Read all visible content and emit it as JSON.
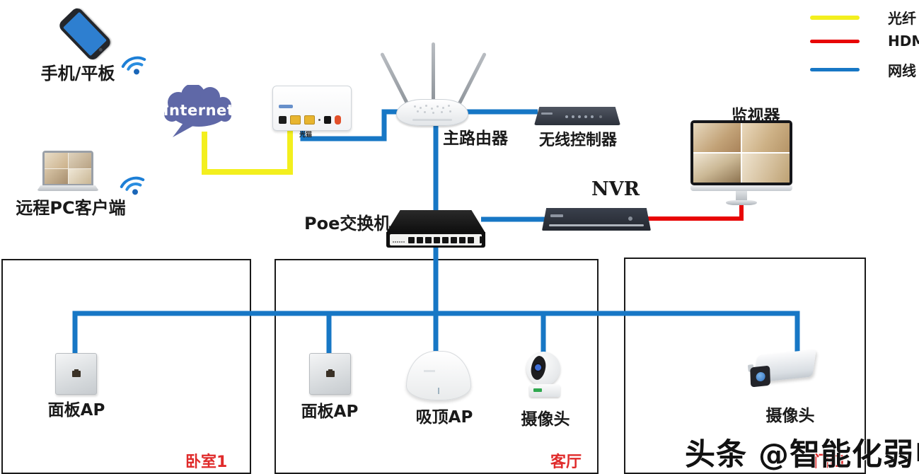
{
  "legend": {
    "fiber": {
      "label": "光纤",
      "color": "#f3ef1e"
    },
    "hdmi": {
      "label": "HDMI",
      "color": "#e80505"
    },
    "ethernet": {
      "label": "网线",
      "color": "#1777c5"
    }
  },
  "devices": {
    "phone": {
      "label": "手机/平板"
    },
    "remote_pc": {
      "label": "远程PC客户端"
    },
    "internet": {
      "label": "Internet"
    },
    "modem": {
      "label": "光猫"
    },
    "router": {
      "label": "主路由器"
    },
    "wireless_controller": {
      "label": "无线控制器"
    },
    "monitor": {
      "label": "监视器"
    },
    "nvr": {
      "label": "NVR"
    },
    "poe_switch": {
      "label": "Poe交换机"
    },
    "panel_ap_bedroom": {
      "label": "面板AP"
    },
    "panel_ap_living": {
      "label": "面板AP"
    },
    "ceiling_ap": {
      "label": "吸顶AP"
    },
    "camera_living": {
      "label": "摄像头"
    },
    "camera_entrance": {
      "label": "摄像头"
    }
  },
  "rooms": {
    "bedroom": {
      "name": "卧室1"
    },
    "living": {
      "name": "客厅"
    },
    "entrance": {
      "name": "门口"
    }
  },
  "watermark": "头条 @智能化弱电圈"
}
